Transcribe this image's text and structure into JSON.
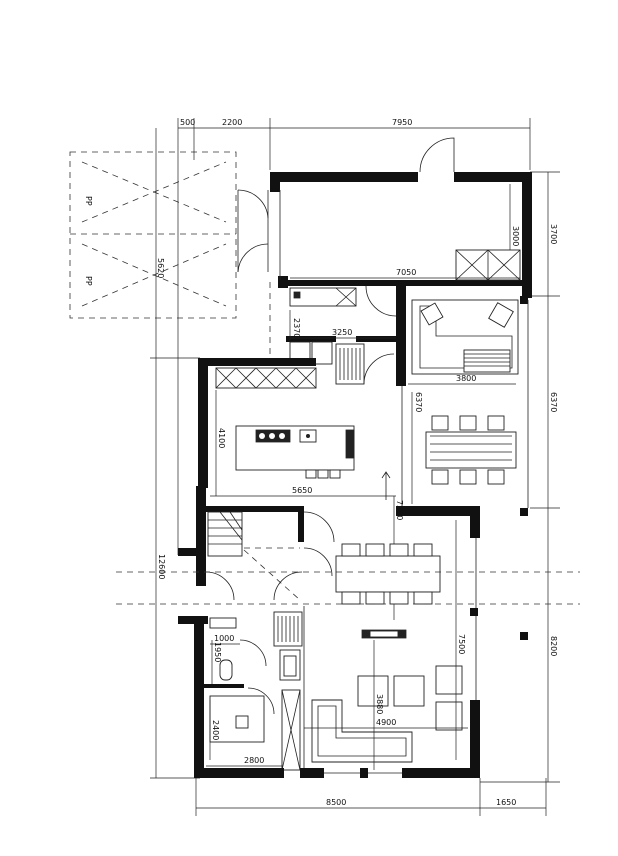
{
  "dimensions": {
    "top_500": "500",
    "top_2200": "2200",
    "top_7950": "7950",
    "right_3700": "3700",
    "right_6370": "6370",
    "right_8200": "8200",
    "bottom_8500": "8500",
    "bottom_1650": "1650",
    "left_12600": "12600",
    "carport_5620": "5620",
    "garage_3000": "3000",
    "garage_7050": "7050",
    "utility_2370": "2370",
    "utility_3250": "3250",
    "living_3800": "3800",
    "dining_6370": "6370",
    "kitchen_4100": "4100",
    "kitchen_5650": "5650",
    "hall_7200": "7200",
    "living_7500": "7500",
    "living_3880": "3880",
    "living_4900": "4900",
    "wc_1000": "1000",
    "wc_1950": "1950",
    "office_2400": "2400",
    "office_2800": "2800"
  },
  "labels": {
    "parking_1": "PP",
    "parking_2": "PP"
  }
}
